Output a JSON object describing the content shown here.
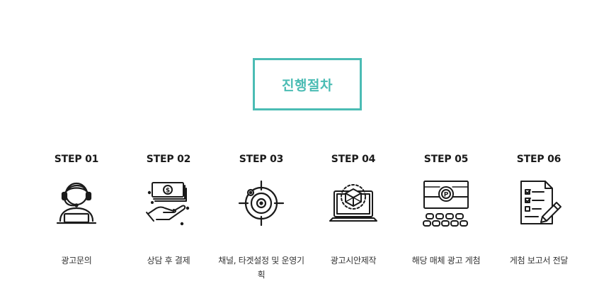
{
  "title": "진행절차",
  "accent_color": "#4bbcb4",
  "steps": [
    {
      "label": "STEP 01",
      "desc": "광고문의",
      "icon": "headset-operator-icon"
    },
    {
      "label": "STEP 02",
      "desc": "상담 후 결제",
      "icon": "payment-money-icon"
    },
    {
      "label": "STEP 03",
      "desc": "채널, 타겟설정 및 운영기획",
      "icon": "target-crosshair-icon"
    },
    {
      "label": "STEP 04",
      "desc": "광고시안제작",
      "icon": "laptop-3d-box-icon"
    },
    {
      "label": "STEP 05",
      "desc": "해당 매체 광고 게첨",
      "icon": "cinema-screen-icon"
    },
    {
      "label": "STEP 06",
      "desc": "게첨 보고서 전달",
      "icon": "report-checklist-icon"
    }
  ]
}
